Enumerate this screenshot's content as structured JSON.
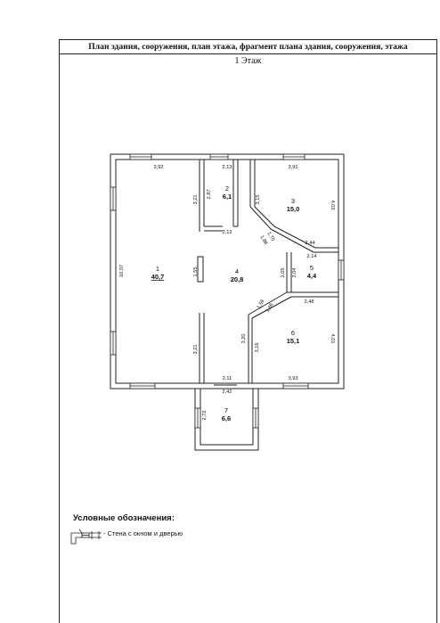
{
  "header": {
    "title": "План здания, сооружения, план этажа, фрагмент плана здания, сооружения, этажа",
    "floor": "1 Этаж"
  },
  "rooms": [
    {
      "number": "1",
      "area": "40,7"
    },
    {
      "number": "2",
      "area": "6,1"
    },
    {
      "number": "3",
      "area": "15,0"
    },
    {
      "number": "4",
      "area": "20,8"
    },
    {
      "number": "5",
      "area": "4,4"
    },
    {
      "number": "6",
      "area": "15,1"
    },
    {
      "number": "7",
      "area": "6,6"
    }
  ],
  "dimensions": {
    "r1_top": "3,92",
    "r1_left": "10,37",
    "r1_right_top": "3,21",
    "r1_right_bottom": "3,21",
    "r2_top": "2,13",
    "r2_left": "2,87",
    "r2_bottom": "2,12",
    "r3_top": "3,91",
    "r3_left": "3,15",
    "r3_right": "4,03",
    "r3_bottom": "2,44",
    "r3_diag_a": "1,70",
    "r3_diag_b": "1,88",
    "r4_left": "1,55",
    "r4_right": "2,05",
    "r4_bottom_left": "3,20",
    "r4_bottom": "2,11",
    "r5_top": "2,14",
    "r5_right": "2,04",
    "r6_top": "2,48",
    "r6_left": "3,16",
    "r6_right": "4,01",
    "r6_bottom": "3,93",
    "r6_diag_a": "1,58",
    "r6_diag_b": "1,66",
    "r7_top": "2,42",
    "r7_left": "2,72"
  },
  "legend": {
    "title": "Условные обозначения:",
    "item": "- Стена с окном и дверью"
  }
}
